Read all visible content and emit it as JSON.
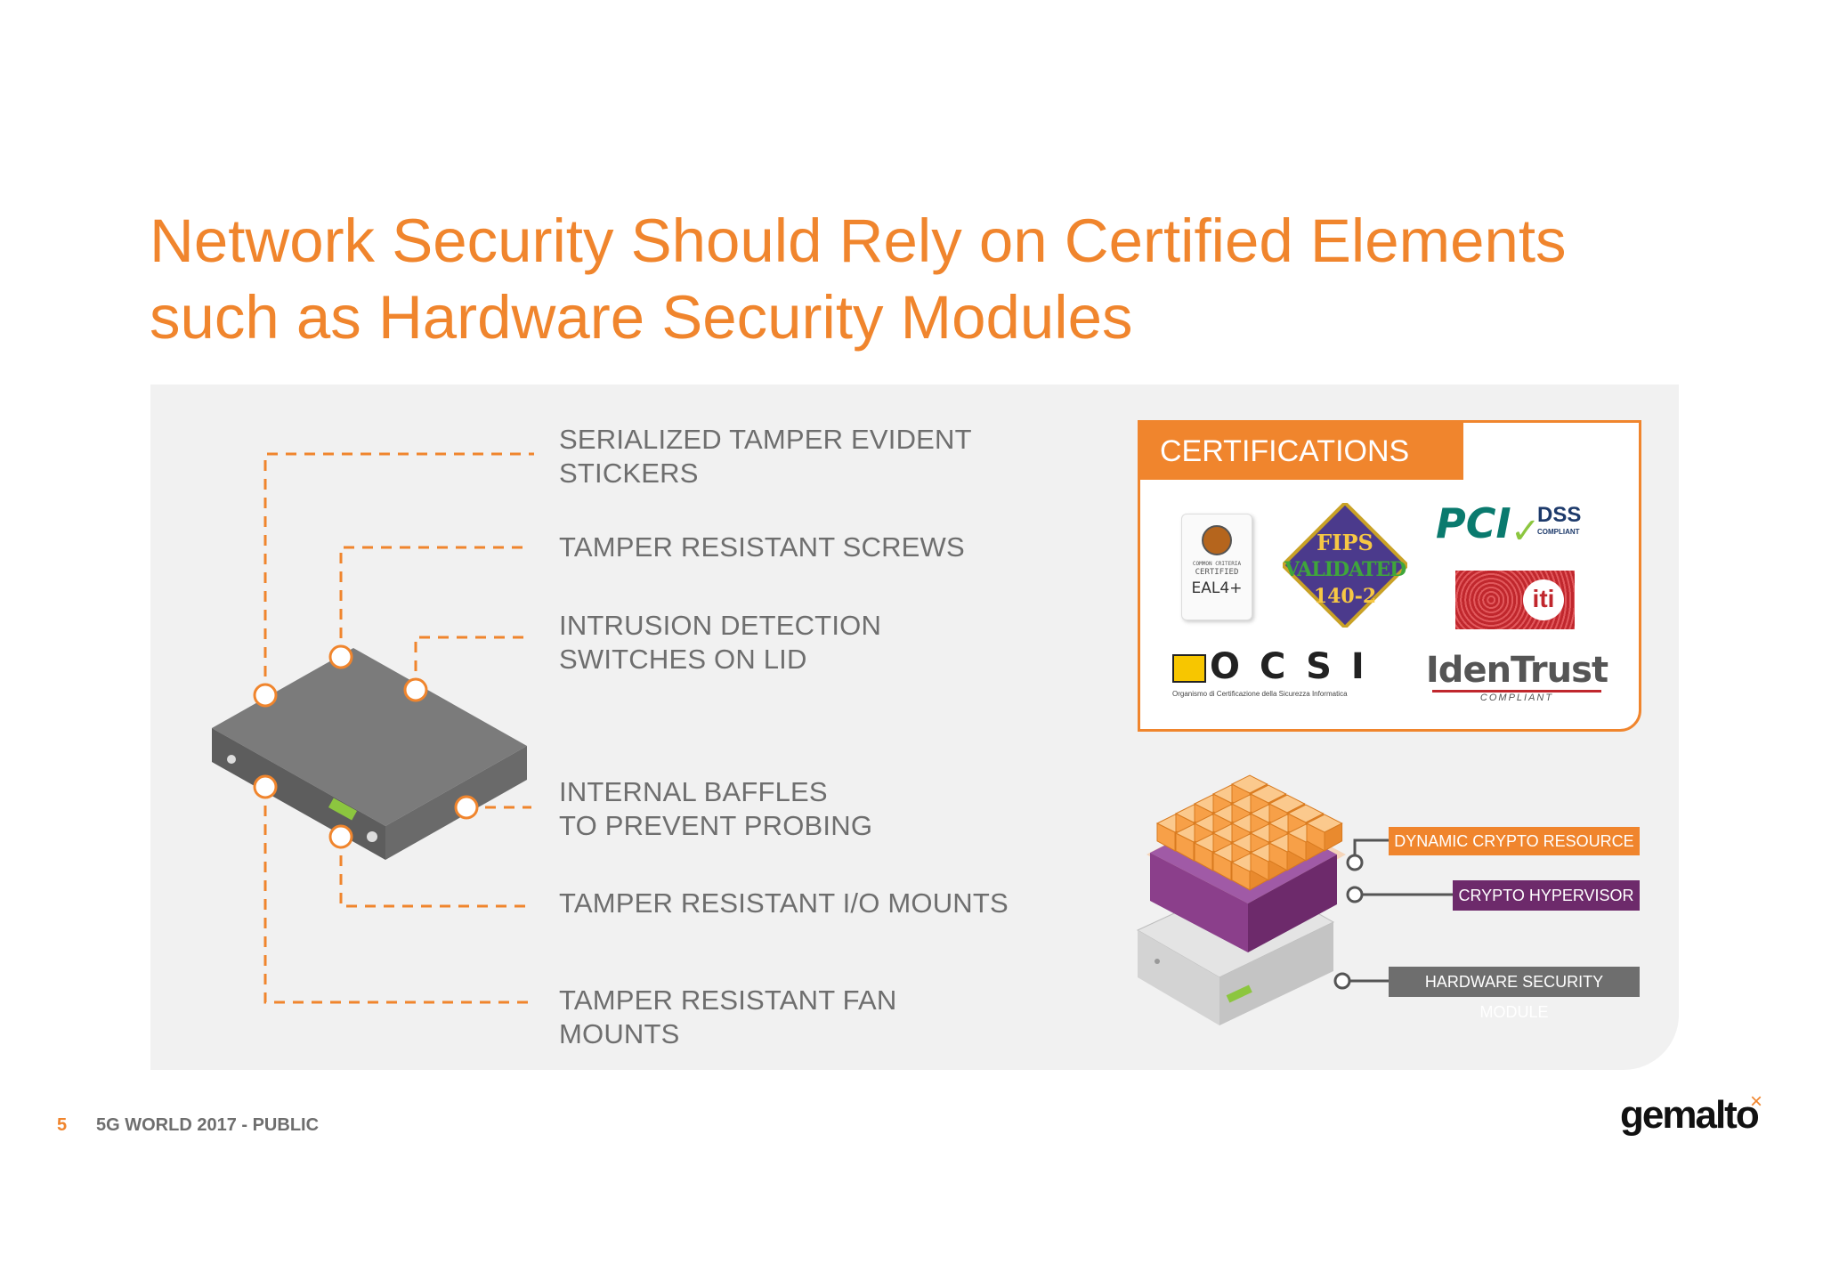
{
  "title": {
    "line1": "Network Security Should Rely on Certified Elements",
    "line2": "such as Hardware Security Modules"
  },
  "features": [
    {
      "line1": "SERIALIZED TAMPER EVIDENT",
      "line2": "STICKERS"
    },
    {
      "line1": "TAMPER RESISTANT SCREWS",
      "line2": ""
    },
    {
      "line1": "INTRUSION DETECTION",
      "line2": "SWITCHES ON LID"
    },
    {
      "line1": "INTERNAL BAFFLES",
      "line2": "TO PREVENT PROBING"
    },
    {
      "line1": "TAMPER RESISTANT I/O MOUNTS",
      "line2": ""
    },
    {
      "line1": "TAMPER RESISTANT FAN",
      "line2": "MOUNTS"
    }
  ],
  "certifications": {
    "heading": "CERTIFICATIONS",
    "logos": {
      "common_criteria": {
        "line1": "COMMON CRITERIA",
        "line2": "CERTIFIED",
        "level": "EAL4+"
      },
      "fips": {
        "line1": "FIPS",
        "line2": "VALIDATED",
        "line3": "140-2"
      },
      "pci": {
        "name": "PCI",
        "sub": "DSS",
        "compliant": "COMPLIANT"
      },
      "iti": {
        "name": "iti"
      },
      "ocsi": {
        "name": "OCSI",
        "caption": "Organismo di Certificazione della Sicurezza Informatica"
      },
      "identrust": {
        "name": "IdenTrust",
        "compliant": "COMPLIANT"
      }
    }
  },
  "diagram_labels": {
    "dynamic": "DYNAMIC CRYPTO RESOURCE",
    "hypervisor": "CRYPTO HYPERVISOR",
    "hsm": "HARDWARE SECURITY MODULE"
  },
  "colors": {
    "accent": "#f0852d",
    "purple": "#6d2a6b",
    "gray_tag": "#6e6e6e"
  },
  "footer": {
    "page": "5",
    "text": "5G WORLD 2017 - PUBLIC",
    "brand": "gemalto",
    "brand_mark": "×"
  }
}
